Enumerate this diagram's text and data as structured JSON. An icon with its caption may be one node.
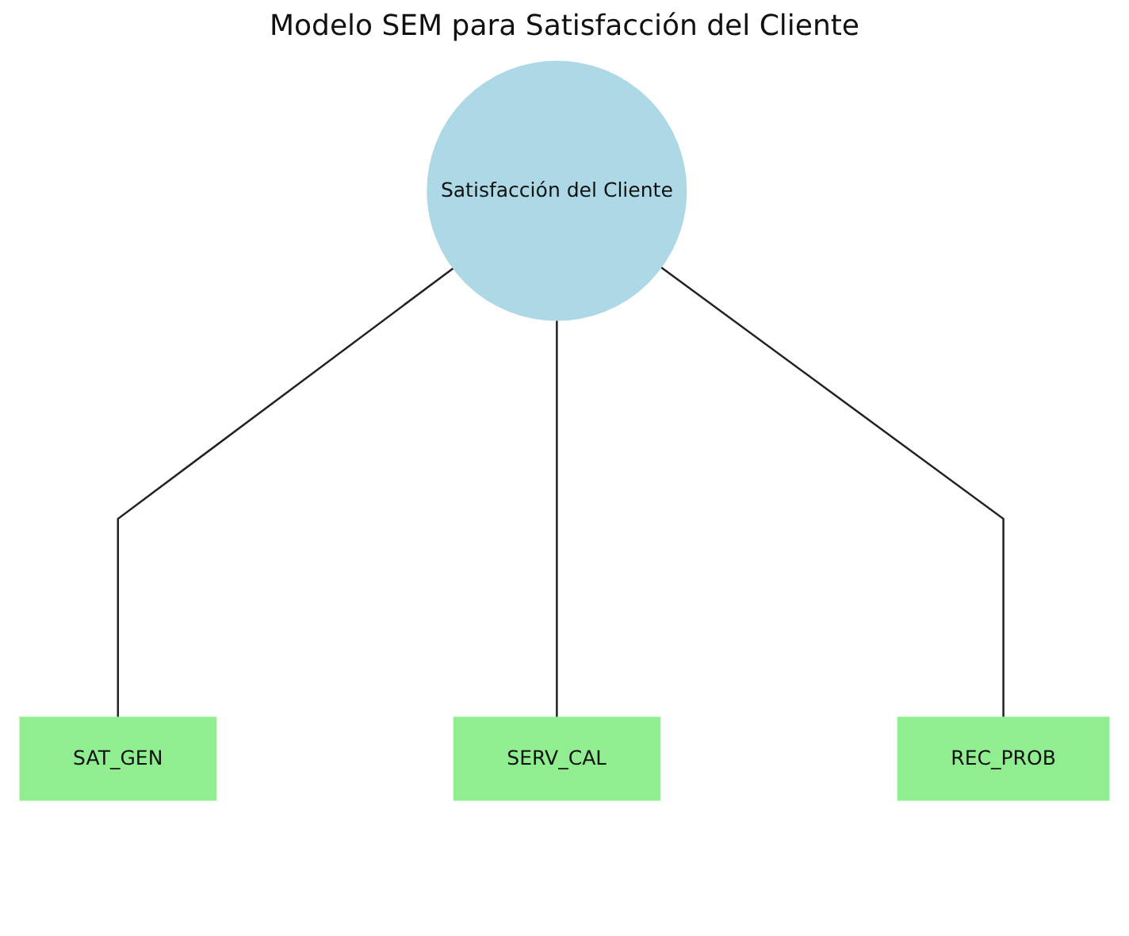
{
  "diagram": {
    "title": "Modelo SEM para Satisfacción del Cliente",
    "nodes": [
      {
        "text": [
          "Satisfacción del Cliente"
        ]
      },
      {
        "text": [
          "SAT_GEN"
        ]
      },
      {
        "text": [
          "SERV_CAL"
        ]
      },
      {
        "text": [
          "REC_PROB"
        ]
      }
    ],
    "edges": [
      {
        "from": 0,
        "to": 1,
        "arrow": "none"
      },
      {
        "from": 0,
        "to": 2,
        "arrow": "none"
      },
      {
        "from": 0,
        "to": 3,
        "arrow": "none"
      }
    ]
  }
}
